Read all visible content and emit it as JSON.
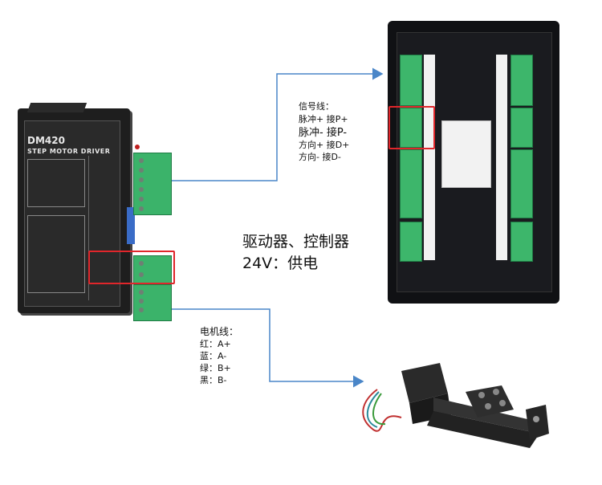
{
  "driver": {
    "model": "DM420",
    "subtitle": "STEP MOTOR DRIVER"
  },
  "signal_label": {
    "title": "信号线：",
    "lines": [
      "脉冲+  接P+",
      "脉冲-   接P-",
      "方向+  接D+",
      "方向-   接D-"
    ]
  },
  "power_label": {
    "line1": "驱动器、控制器",
    "line2": "24V：供电"
  },
  "motor_label": {
    "title": "电机线：",
    "lines": [
      "红：A+",
      "蓝：A-",
      "绿：B+",
      "黑：B-"
    ]
  },
  "colors": {
    "highlight": "#e0262b",
    "connector_line": "#4a86c8",
    "terminal_green": "#3bb36a"
  }
}
